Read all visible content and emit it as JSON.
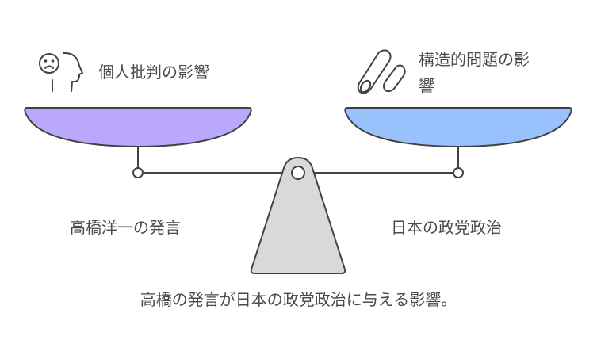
{
  "left": {
    "title": "個人批判の影響",
    "label": "高橋洋一の発言",
    "color": "#b9a8fc",
    "icon": "thinking-head-icon"
  },
  "right": {
    "title_line1": "構造的問題の影",
    "title_line2": "響",
    "label": "日本の政党政治",
    "color": "#99c2fc",
    "icon": "pipes-icon"
  },
  "caption": "高橋の発言が日本の政党政治に与える影響。",
  "fulcrum_color": "#d9d9d9",
  "stroke_color": "#424242"
}
